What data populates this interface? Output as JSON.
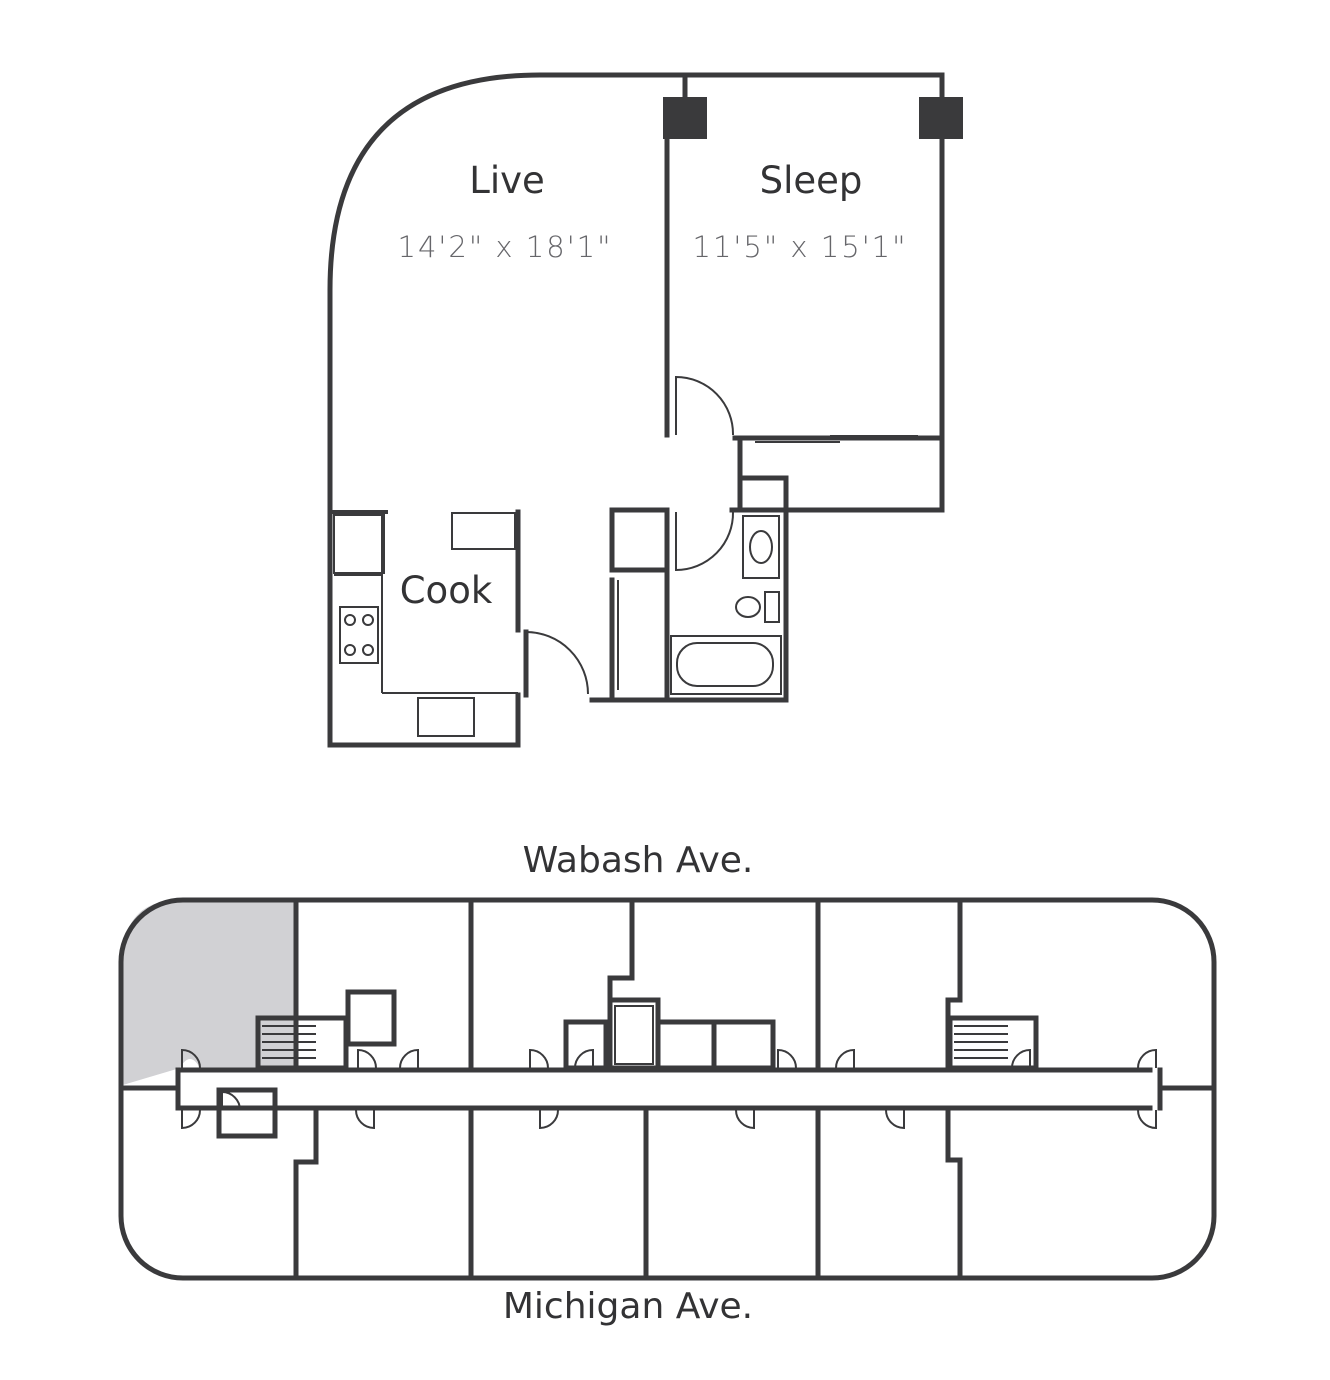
{
  "rooms": {
    "live": {
      "name": "Live",
      "dims": "14'2\" x 18'1\""
    },
    "sleep": {
      "name": "Sleep",
      "dims": "11'5\" x 15'1\""
    },
    "cook": {
      "name": "Cook"
    }
  },
  "streets": {
    "north": "Wabash Ave.",
    "south": "Michigan Ave."
  },
  "colors": {
    "wall": "#3a3a3c",
    "highlight_unit": "#d1d1d4"
  }
}
